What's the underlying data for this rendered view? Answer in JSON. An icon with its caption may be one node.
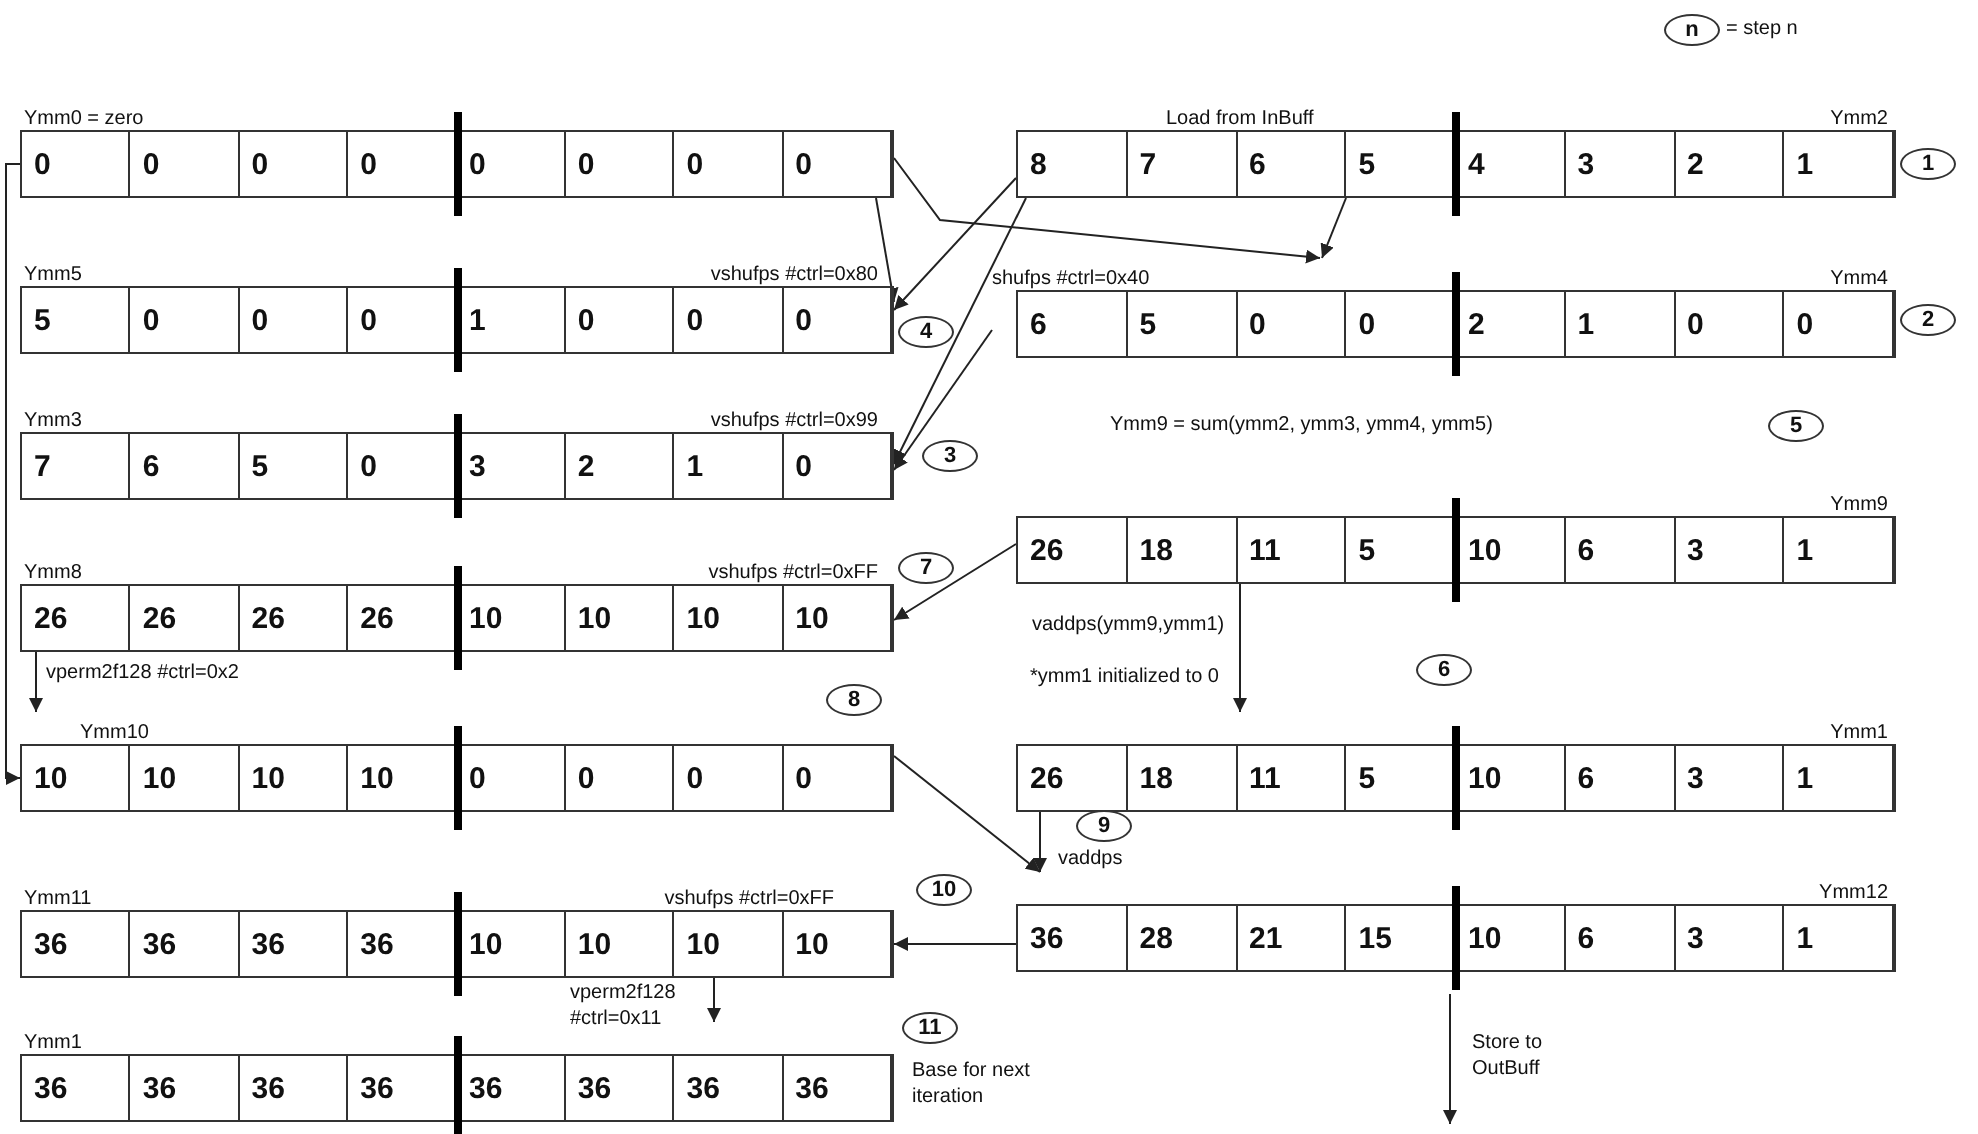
{
  "diagram": {
    "nodes": [
      {
        "text": [
          "Ymm0 = zero",
          "0",
          "0",
          "0",
          "0",
          "0",
          "0",
          "0",
          "0"
        ]
      },
      {
        "text": [
          "Ymm2",
          "8",
          "7",
          "6",
          "5",
          "4",
          "3",
          "2",
          "1"
        ],
        "beside": [
          "Load from InBuff"
        ]
      },
      {
        "text": [
          "Ymm5",
          "5",
          "0",
          "0",
          "0",
          "1",
          "0",
          "0",
          "0"
        ],
        "beside": [
          "vshufps #ctrl=0x80"
        ]
      },
      {
        "text": [
          "Ymm4",
          "6",
          "5",
          "0",
          "0",
          "2",
          "1",
          "0",
          "0"
        ],
        "beside": [
          "shufps #ctrl=0x40"
        ]
      },
      {
        "text": [
          "Ymm3",
          "7",
          "6",
          "5",
          "0",
          "3",
          "2",
          "1",
          "0"
        ],
        "beside": [
          "vshufps #ctrl=0x99"
        ]
      },
      {
        "text": [
          "Ymm9",
          "26",
          "18",
          "11",
          "5",
          "10",
          "6",
          "3",
          "1"
        ],
        "beside": [
          "Ymm9 = sum(ymm2, ymm3, ymm4, ymm5)"
        ]
      },
      {
        "text": [
          "Ymm8",
          "26",
          "26",
          "26",
          "26",
          "10",
          "10",
          "10",
          "10"
        ],
        "beside": [
          "vshufps #ctrl=0xFF"
        ]
      },
      {
        "text": [
          "Ymm10",
          "10",
          "10",
          "10",
          "10",
          "0",
          "0",
          "0",
          "0"
        ]
      },
      {
        "text": [
          "Ymm1",
          "26",
          "18",
          "11",
          "5",
          "10",
          "6",
          "3",
          "1"
        ]
      },
      {
        "text": [
          "Ymm11",
          "36",
          "36",
          "36",
          "36",
          "10",
          "10",
          "10",
          "10"
        ],
        "beside": [
          "vshufps #ctrl=0xFF"
        ]
      },
      {
        "text": [
          "Ymm12",
          "36",
          "28",
          "21",
          "15",
          "10",
          "6",
          "3",
          "1"
        ]
      },
      {
        "text": [
          "Ymm1",
          "36",
          "36",
          "36",
          "36",
          "36",
          "36",
          "36",
          "36"
        ],
        "beside": [
          "Base for next iteration"
        ]
      },
      {
        "text": [
          "n"
        ],
        "beside": [
          "= step n"
        ]
      },
      {
        "text": [
          "1"
        ]
      },
      {
        "text": [
          "2"
        ]
      },
      {
        "text": [
          "3"
        ]
      },
      {
        "text": [
          "4"
        ]
      },
      {
        "text": [
          "5"
        ]
      },
      {
        "text": [
          "6"
        ]
      },
      {
        "text": [
          "7"
        ]
      },
      {
        "text": [
          "8"
        ]
      },
      {
        "text": [
          "9"
        ]
      },
      {
        "text": [
          "10"
        ]
      },
      {
        "text": [
          "11"
        ]
      }
    ],
    "edges": [
      {
        "from": 0,
        "to": 2,
        "arrow": "to"
      },
      {
        "from": 1,
        "to": 2,
        "arrow": "to"
      },
      {
        "from": 0,
        "to": 3,
        "arrow": "to"
      },
      {
        "from": 1,
        "to": 3,
        "arrow": "to"
      },
      {
        "from": 1,
        "to": 4,
        "arrow": "to"
      },
      {
        "from": 3,
        "to": 4,
        "arrow": "to"
      },
      {
        "from": 0,
        "to": 7,
        "arrow": "to"
      },
      {
        "from": 5,
        "to": 6,
        "arrow": "to"
      },
      {
        "from": 6,
        "to": 7,
        "arrow": "to",
        "label": "vperm2f128 #ctrl=0x2"
      },
      {
        "from": 5,
        "to": 8,
        "arrow": "to",
        "label": "vaddps(ymm9,ymm1)"
      },
      {
        "from": 7,
        "to": 10,
        "arrow": "to"
      },
      {
        "from": 8,
        "to": 10,
        "arrow": "to",
        "label": "vaddps"
      },
      {
        "from": 10,
        "to": 9,
        "arrow": "to"
      },
      {
        "from": 9,
        "to": 11,
        "arrow": "to",
        "label": "vperm2f128 #ctrl=0x11"
      },
      {
        "from": 10,
        "to": null,
        "arrow": "to",
        "label": "Store to OutBuff"
      }
    ],
    "labels": [
      "*ymm1 initialized to 0"
    ]
  }
}
